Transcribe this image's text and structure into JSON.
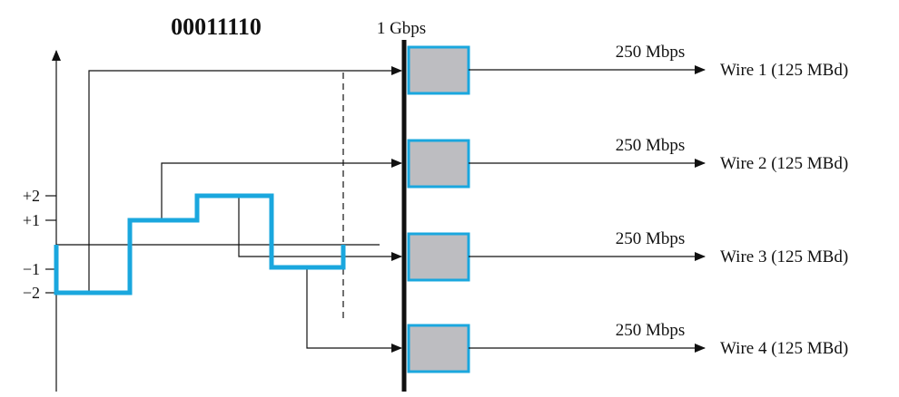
{
  "title_bits": "00011110",
  "bus_rate": "1 Gbps",
  "levels": [
    "+2",
    "+1",
    "−1",
    "−2"
  ],
  "channels": [
    {
      "rate": "250 Mbps",
      "wire": "Wire 1 (125 MBd)"
    },
    {
      "rate": "250 Mbps",
      "wire": "Wire 2 (125 MBd)"
    },
    {
      "rate": "250 Mbps",
      "wire": "Wire 3 (125 MBd)"
    },
    {
      "rate": "250 Mbps",
      "wire": "Wire 4 (125 MBd)"
    }
  ],
  "colors": {
    "signal": "#1AA7DE",
    "box_fill": "#BDBDC1",
    "line": "#111111"
  }
}
